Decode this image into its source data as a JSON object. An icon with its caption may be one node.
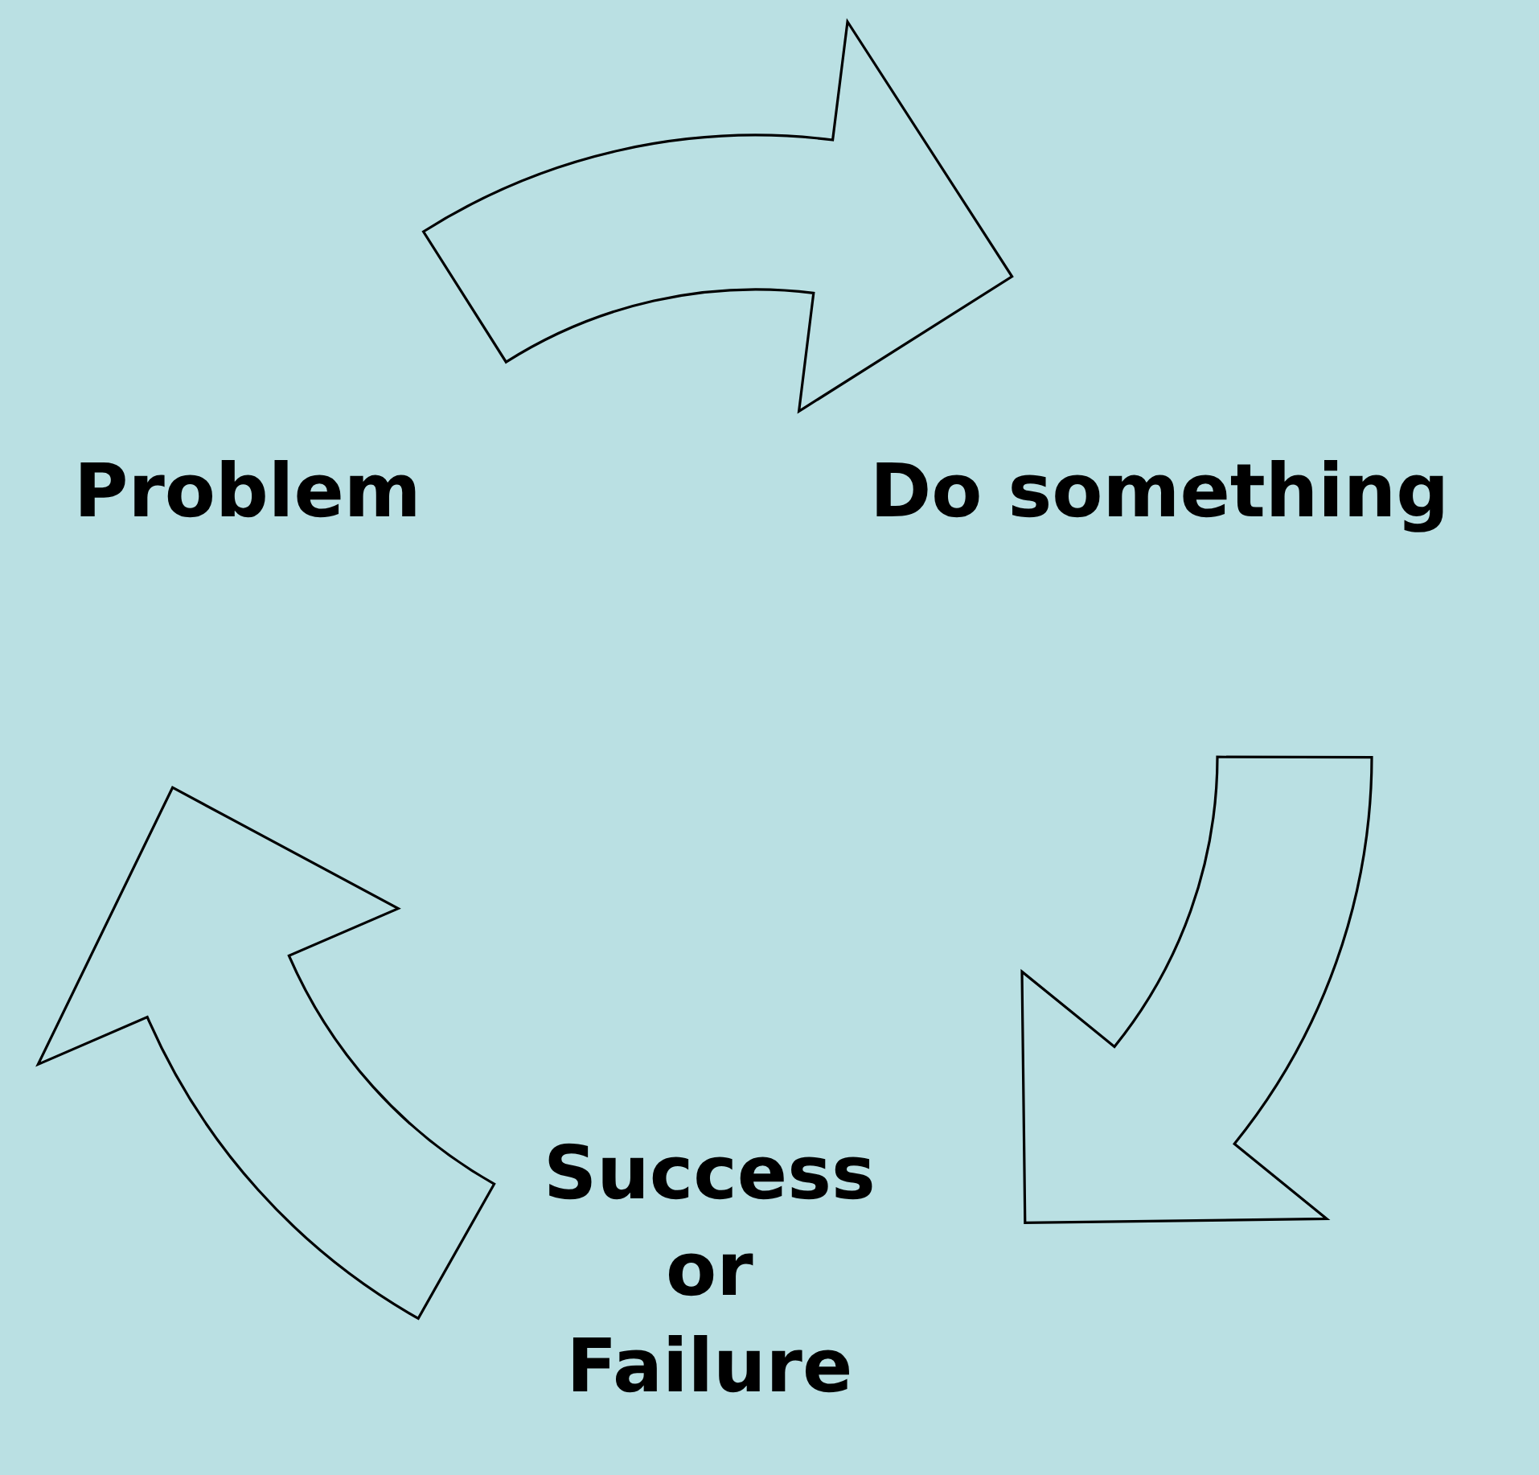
{
  "diagram": {
    "nodes": [
      {
        "text": [
          "Problem"
        ]
      },
      {
        "text": [
          "Do something"
        ]
      },
      {
        "text": [
          "Success or Failure"
        ]
      }
    ],
    "edges": [
      {
        "from": 0,
        "to": 1,
        "arrow": "to"
      },
      {
        "from": 1,
        "to": 2,
        "arrow": "to"
      },
      {
        "from": 2,
        "to": 0,
        "arrow": "to"
      }
    ]
  }
}
